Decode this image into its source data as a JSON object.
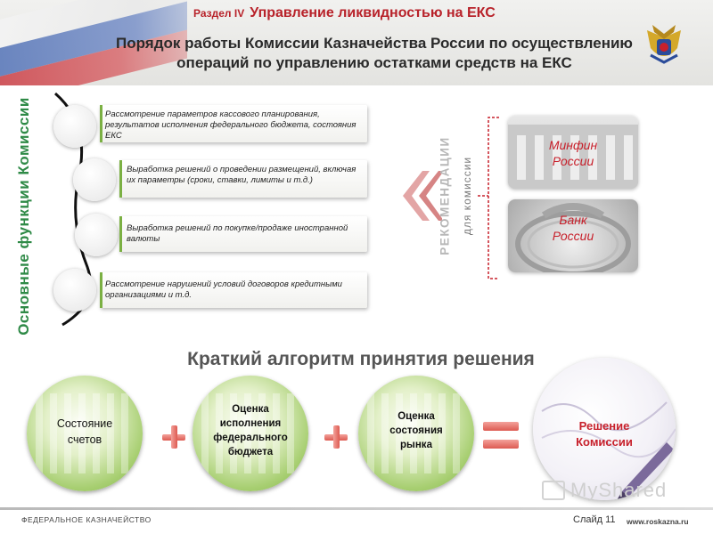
{
  "header": {
    "section_label": "Раздел IV",
    "section_title": "Управление ликвидностью на ЕКС",
    "title_line1": "Порядок работы Комиссии Казначейства России по осуществлению",
    "title_line2": "операций по управлению остатками средств на ЕКС"
  },
  "functions": {
    "heading": "Основные функции Комиссии",
    "items": [
      "Рассмотрение параметров кассового планирования, результатов исполнения федерального бюджета, состояния ЕКС",
      "Выработка решений о проведении размещений, включая их параметры (сроки, ставки, лимиты и т.д.)",
      "Выработка решений по покупке/продаже иностранной валюты",
      "Рассмотрение нарушений условий договоров кредитными организациями и т.д."
    ]
  },
  "recommendations": {
    "main": "РЕКОМЕНДАЦИИ",
    "sub": "для комиссии",
    "sources": [
      {
        "line1": "Минфин",
        "line2": "России"
      },
      {
        "line1": "Банк",
        "line2": "России"
      }
    ]
  },
  "algorithm": {
    "title": "Краткий алгоритм принятия решения",
    "steps": [
      [
        "Состояние",
        "счетов"
      ],
      [
        "Оценка",
        "исполнения",
        "федерального",
        "бюджета"
      ],
      [
        "Оценка",
        "состояния",
        "рынка"
      ]
    ],
    "result": [
      "Решение",
      "Комиссии"
    ]
  },
  "footer": {
    "org": "ФЕДЕРАЛЬНОЕ КАЗНАЧЕЙСТВО",
    "slide": "Слайд 11",
    "url": "www.roskazna.ru",
    "watermark": "MyShared"
  },
  "colors": {
    "accent_red": "#b8222a",
    "green": "#2f8a47",
    "lime": "#7bb043"
  }
}
